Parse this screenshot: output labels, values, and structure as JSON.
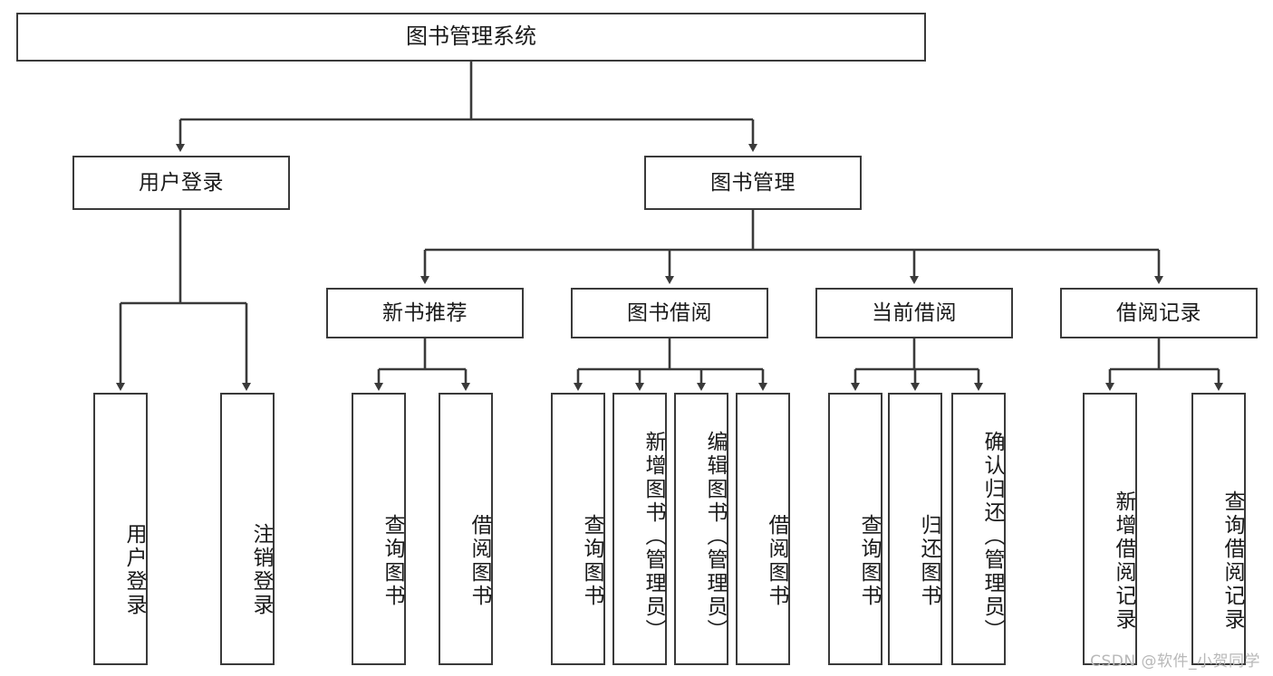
{
  "diagram": {
    "title": "图书管理系统",
    "type": "tree-hierarchy-diagram",
    "root": {
      "id": "root",
      "label": "图书管理系统"
    },
    "level2": [
      {
        "id": "user-login",
        "label": "用户登录"
      },
      {
        "id": "book-management",
        "label": "图书管理"
      }
    ],
    "level3": [
      {
        "id": "new-book-recommend",
        "label": "新书推荐",
        "parent": "book-management"
      },
      {
        "id": "book-borrow",
        "label": "图书借阅",
        "parent": "book-management"
      },
      {
        "id": "current-borrow",
        "label": "当前借阅",
        "parent": "book-management"
      },
      {
        "id": "borrow-record",
        "label": "借阅记录",
        "parent": "book-management"
      }
    ],
    "leaves": {
      "user_login": [
        {
          "id": "leaf-user-login",
          "label": "用户登录"
        },
        {
          "id": "leaf-logout-login",
          "label": "注销登录"
        }
      ],
      "new_book_recommend": [
        {
          "id": "leaf-query-book-1",
          "label": "查询图书"
        },
        {
          "id": "leaf-borrow-book-1",
          "label": "借阅图书"
        }
      ],
      "book_borrow": [
        {
          "id": "leaf-query-book-2",
          "label": "查询图书"
        },
        {
          "id": "leaf-add-book",
          "label": "新增图书（管理员）"
        },
        {
          "id": "leaf-edit-book",
          "label": "编辑图书（管理员）"
        },
        {
          "id": "leaf-borrow-book-2",
          "label": "借阅图书"
        }
      ],
      "current_borrow": [
        {
          "id": "leaf-query-book-3",
          "label": "查询图书"
        },
        {
          "id": "leaf-return-book",
          "label": "归还图书"
        },
        {
          "id": "leaf-confirm-return",
          "label": "确认归还（管理员）"
        }
      ],
      "borrow_record": [
        {
          "id": "leaf-add-record",
          "label": "新增借阅记录"
        },
        {
          "id": "leaf-query-record",
          "label": "查询借阅记录"
        }
      ]
    },
    "colors": {
      "stroke": "#3a3a3a",
      "text": "#1a1a1a",
      "background": "#ffffff",
      "watermark": "#b8b8b8"
    }
  },
  "watermark": {
    "text": "CSDN @软件_小贺同学"
  }
}
